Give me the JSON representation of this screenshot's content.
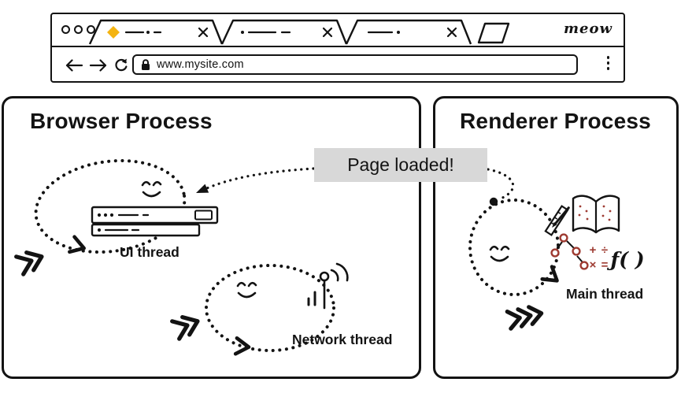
{
  "browser_chrome": {
    "brand": "meow",
    "url": "www.mysite.com"
  },
  "message": {
    "text": "Page loaded!"
  },
  "browser_process": {
    "title": "Browser Process",
    "ui_thread_label": "UI thread",
    "network_thread_label": "Network thread"
  },
  "renderer_process": {
    "title": "Renderer Process",
    "main_thread_label": "Main thread",
    "function_icon_label": "ƒ( )",
    "math": {
      "plus": "+",
      "divide": "÷",
      "times": "×",
      "equals": "="
    }
  },
  "colors": {
    "ink": "#131313",
    "tab_diamond": "#f4b411",
    "accent_red": "#9e3b32",
    "message_bg": "#d8d8d8"
  }
}
